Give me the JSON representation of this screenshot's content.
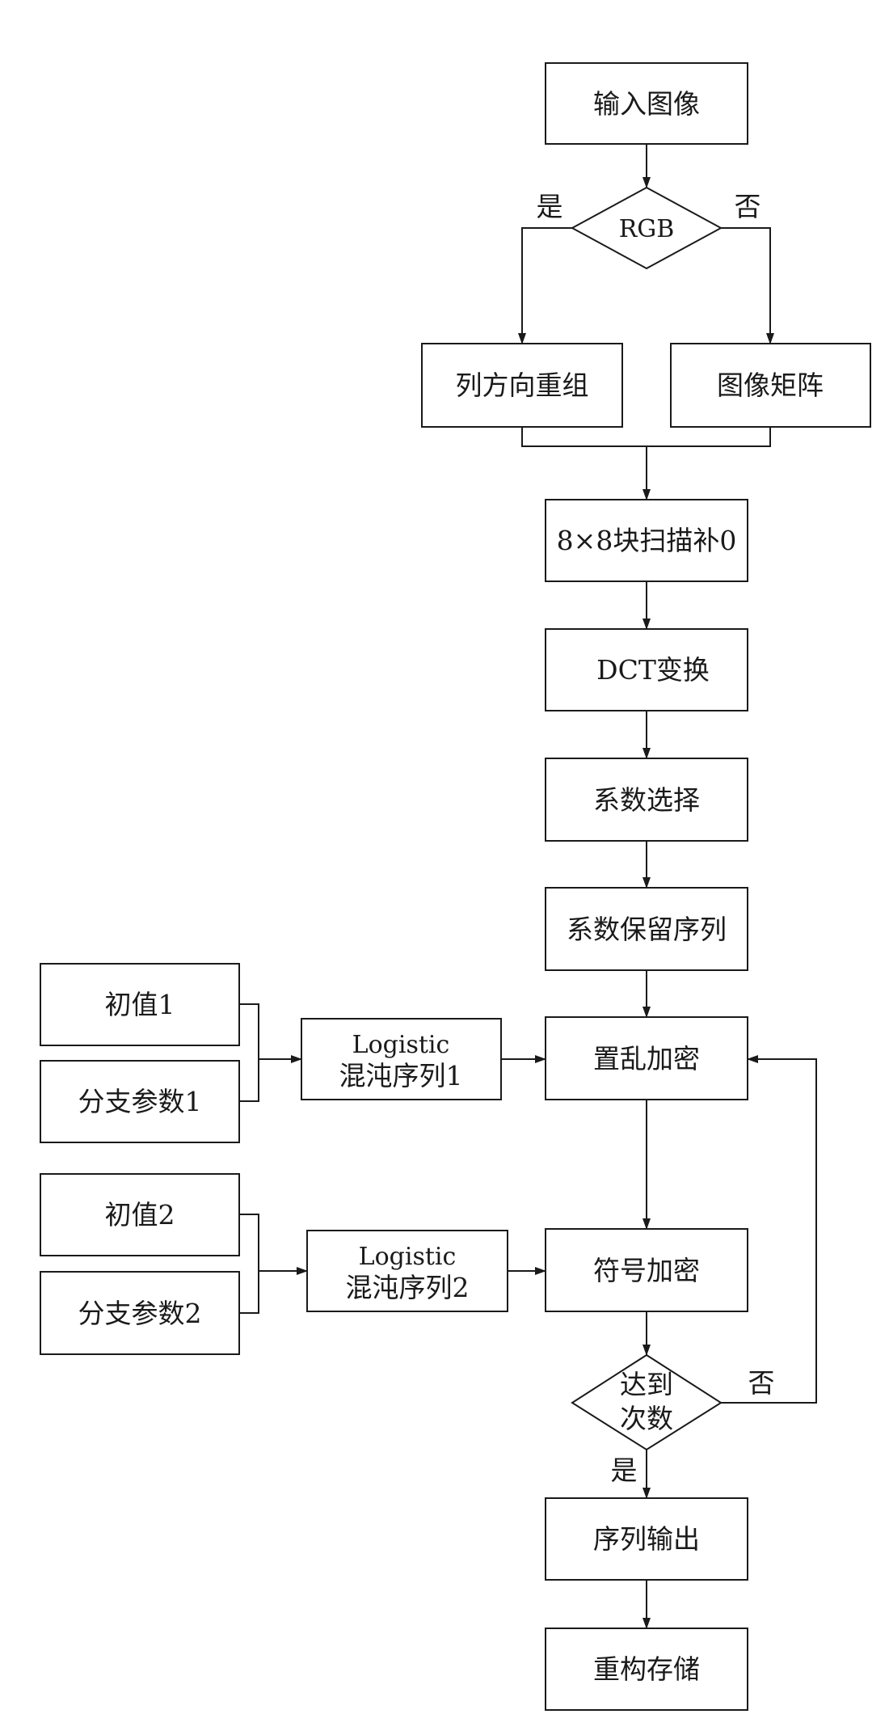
{
  "nodes": {
    "input_image": "输入图像",
    "rgb_decision": "RGB",
    "column_reorg": "列方向重组",
    "image_matrix": "图像矩阵",
    "block_scan": "8×8块扫描补0",
    "dct_transform": "DCT变换",
    "coef_select": "系数选择",
    "coef_keep_seq": "系数保留序列",
    "init_value_1": "初值1",
    "branch_param_1": "分支参数1",
    "logistic_1": [
      "Logistic",
      "混沌序列1"
    ],
    "scramble_encrypt": "置乱加密",
    "init_value_2": "初值2",
    "branch_param_2": "分支参数2",
    "logistic_2": [
      "Logistic",
      "混沌序列2"
    ],
    "sign_encrypt": "符号加密",
    "reach_count": [
      "达到",
      "次数"
    ],
    "seq_output": "序列输出",
    "reconstruct_store": "重构存储"
  },
  "edge_labels": {
    "rgb_yes": "是",
    "rgb_no": "否",
    "count_no": "否",
    "count_yes": "是"
  }
}
